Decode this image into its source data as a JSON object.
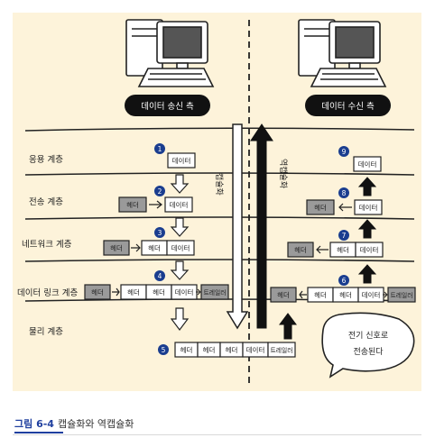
{
  "sender_label": "데이터 송신 측",
  "receiver_label": "데이터 수신 측",
  "layers": [
    "응용 계층",
    "전송 계층",
    "네트워크 계층",
    "데이터 링크 계층",
    "물리 계층"
  ],
  "encapsulation_label": "캡슐화",
  "decapsulation_label": "역캡슐화",
  "box_labels": {
    "data": "데이터",
    "header": "헤더",
    "trailer": "트레일러"
  },
  "steps": [
    "1",
    "2",
    "3",
    "4",
    "5",
    "6",
    "7",
    "8",
    "9"
  ],
  "speech_bubble": [
    "전기 신호로",
    "전송된다"
  ],
  "caption": {
    "label": "그림 6-4",
    "text": "캡슐화와 역캡슐화"
  }
}
